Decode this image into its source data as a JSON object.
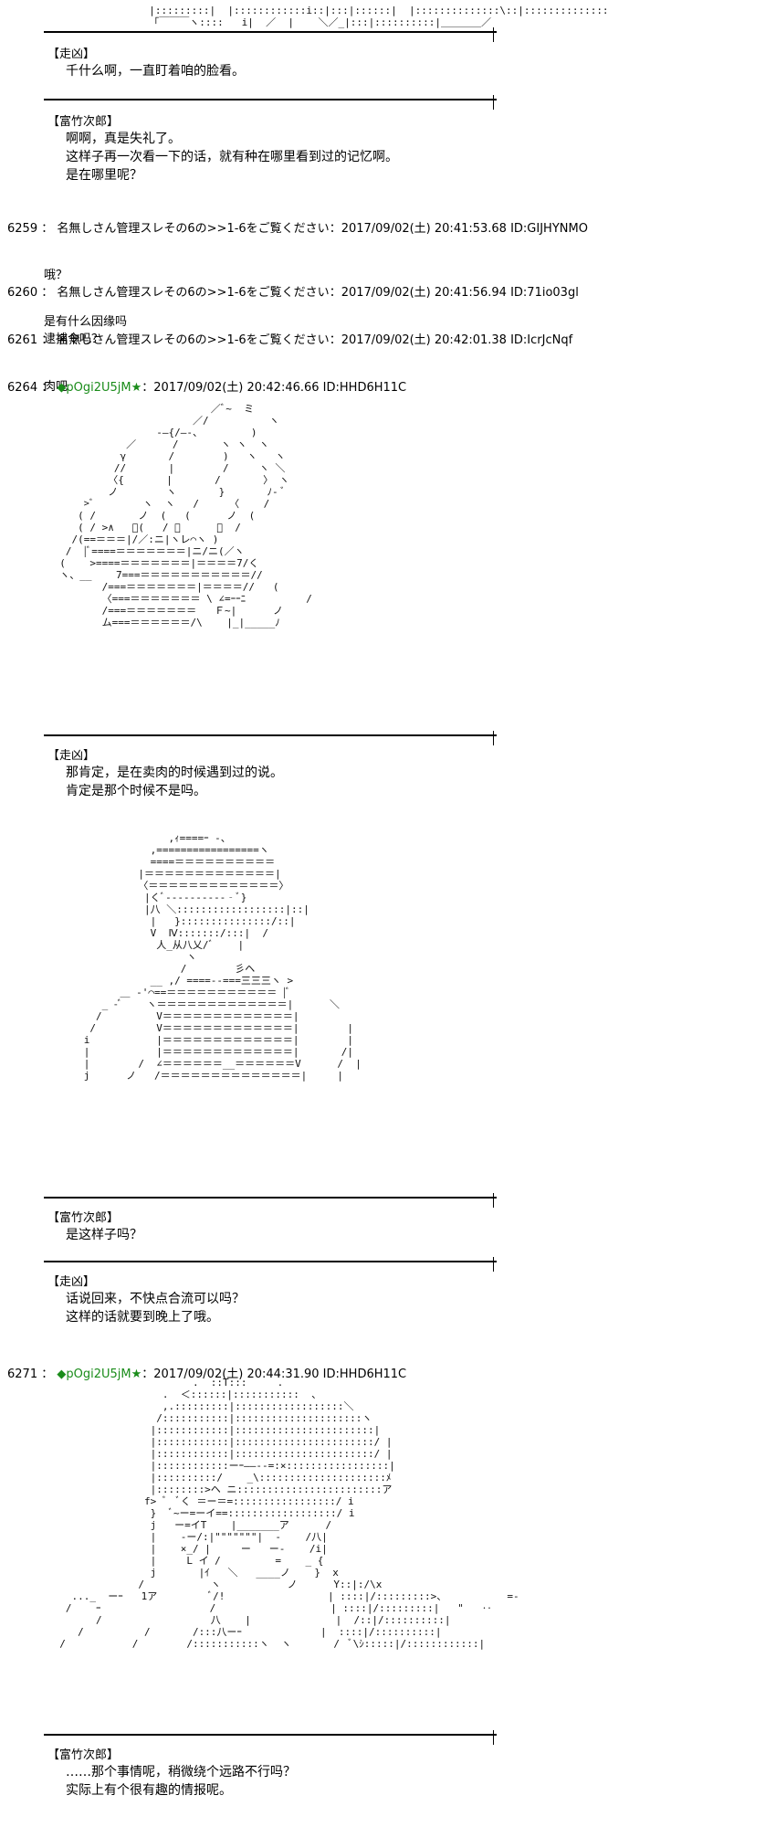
{
  "dialogs": [
    {
      "speaker": "【走凶】",
      "lines": [
        "千什么啊，一直盯着咱的脸看。"
      ]
    },
    {
      "speaker": "【富竹次郎】",
      "lines": [
        "啊啊，真是失礼了。",
        "这样子再一次看一下的话，就有种在哪里看到过的记忆啊。",
        "是在哪里呢？"
      ]
    },
    {
      "speaker": "【走凶】",
      "lines": [
        "那肯定，是在卖肉的时候遇到过的说。",
        "肯定是那个时候不是吗。"
      ]
    },
    {
      "speaker": "【富竹次郎】",
      "lines": [
        "是这样子吗？"
      ]
    },
    {
      "speaker": "【走凶】",
      "lines": [
        "话说回来，不快点合流可以吗？",
        "这样的话就要到晚上了哦。"
      ]
    },
    {
      "speaker": "【富竹次郎】",
      "lines": [
        "……那个事情呢，稍微绕个远路不行吗？",
        "实际上有个很有趣的情报呢。"
      ]
    }
  ],
  "posts": [
    {
      "num": "6259",
      "sep": "：",
      "name": "名無しさん管理スレその6の>>1-6をご覧ください",
      "date": "：2017/09/02(土) 20:41:53.68 ID:GIJHYNMO",
      "body": [
        "哦？",
        "是有什么因缘吗"
      ]
    },
    {
      "num": "6260",
      "sep": "：",
      "name": "名無しさん管理スレその6の>>1-6をご覧ください",
      "date": "：2017/09/02(土) 20:41:56.94 ID:71io03gl",
      "body": [
        "逮捕令吗？"
      ]
    },
    {
      "num": "6261",
      "sep": "：",
      "name": "名無しさん管理スレその6の>>1-6をご覧ください",
      "date": "：2017/09/02(土) 20:42:01.38 ID:IcrJcNqf",
      "body": [
        "肉吧"
      ]
    },
    {
      "num": "6264",
      "sep": "：",
      "name": "◆pOgi2U5jM★",
      "date": "：2017/09/02(土) 20:42:46.66 ID:HHD6H11C",
      "body": []
    },
    {
      "num": "6271",
      "sep": "：",
      "name": "◆pOgi2U5jM★",
      "date": "：2017/09/02(土) 20:44:31.90 ID:HHD6H11C",
      "body": []
    }
  ],
  "art": {
    "top": "  |:::::::::|  |::::::::::::i::|:::|::::::|  |::::::::::::::\\::|::::::::::::::\n  「￣￣￣ヽ::::   i|  ／  |    ＼／_|:::|::::::::::|＿＿＿＿／\n",
    "figure1": "                           ／ﾞ~  ミ\n                        ／/          ヽ\n                  -―{/―-、        )\n             ／      /       ヽ ヽ  ヽ\n            γ       /        )   ヽ   ヽ\n           //       |        /     ヽ ＼\n          〈{       |       /       〉 ヽ\n          ノ        ヽ       }       ﾉ- ﾞ\n      >ﾞ        ヽ  ヽ   /     〈    /\n     ( /       ノ  (   (      ノ  (\n     ( / >∧   ﾞ(   / ＜      ＼  /\n    /(==＝＝＝|/／:ニ|ヽレ⌒ヽ )\n   /  |ﾞ====＝＝＝＝＝＝＝|ニ/ニ(／ヽ\n  (    >====＝＝＝＝＝＝＝|＝＝＝＝7/く\n  ヽ、__    7===＝＝＝＝＝＝＝＝＝＝＝//\n         /===＝＝＝＝＝＝＝|＝＝＝＝//   (\n         〈===＝＝＝＝＝＝＝ \\ ∠=ｰｰﾆ          /\n         /===＝＝＝＝＝＝＝   Ｆ~|      ノ\n         ム===＝＝＝＝＝＝/\\    |_|_____ﾉ",
    "figure2": "                    ,ｨ====ｰ ‐、\n                 ,=================ヽ\n                 ====＝＝＝＝＝＝＝＝＝＝\n               |＝＝＝＝＝＝＝＝＝＝＝＝＝|\n               〈＝＝＝＝＝＝＝＝＝＝＝＝＝〉\n                |くﾞ‐‐‐‐‐‐‐‐‐‐‐ﾞ}\n                |八 ＼::::::::::::::::::|::|\n                 |   }:::::::::::::::/::|\n                 V  Ⅳ:::::::/:::|  /\n                  人_从八乂/ﾞ    |\n                       ヽ\n                      /        彡ヘ\n                 __ ,/ ====--===三三三ヽ >\n            ＿ -'⌒==＝＝＝＝＝＝＝＝＝＝＝ |ﾞ\n         _ -ﾞ    ヽ＝＝＝＝＝＝＝＝＝＝＝＝＝|      ＼\n        /         V＝＝＝＝＝＝＝＝＝＝＝＝＝|\n       /          V＝＝＝＝＝＝＝＝＝＝＝＝＝|        |\n      i           |＝＝＝＝＝＝＝＝＝＝＝＝＝|        |\n      |           |＝＝＝＝＝＝＝＝＝＝＝＝＝|       /|\n      |        /  ∠＝＝＝＝＝＝__＝＝＝＝＝＝V      /  |\n      j      ノ   /＝＝＝＝＝＝＝＝＝＝＝＝＝＝|     |",
    "figure3": "                        .  ::T:::     .\n                   .  ＜::::::|:::::::::::  、\n                   ,.:::::::::|::::::::::::::::::＼\n                  /:::::::::::|:::::::::::::::::::::ヽ\n                 |::::::::::::|:::::::::::::::::::::::|\n                 |::::::::::::|:::::::::::::::::::::::/ |\n                 |::::::::::::|:::::::::::::::::::::::/ |\n                 |::::::::::::ーｰ――‐‐=:×:::::::::::::::::|\n                 |::::::::::/    _\\:::::::::::::::::::::ﾒ\n                 |::::::::>ヘ ニ::::::::::::::::::::::::ア\n                f> ﾞ  ﾞく ＝ー＝=:::::::::::::::::/ i\n                 }  ﾞ~ー=ーイ==::::::::::::::::::/ i\n                 j   ー=イT    |_______ア      /\n                 |    ‐ー/:|\"\"\"\"\"\"\"|  ‐    /八|\n                 |    ×_/ |     ー   ー-    /i|\n                 |     L イ /         =    _ {\n                 j       |ｲ   ＼   ____ノ    }  x\n               /           ヽ           ノ      Y::|:/\\x\n    ..._  ーｰ   1ア         ﾞ/!                 | ::::|/:::::::::>、          =-\n   /    ｰ                  /                   | ::::|/:::::::::|   \"   ‥\n        /                  八    |              |  /::|/::::::::::|\n     /          /       /:::八ーｰ             |  ::::|/::::::::::|\n  /           /        /:::::::::::ヽ  ヽ       /  ﾞ\\ｼ:::::|/::::::::::::|"
  }
}
